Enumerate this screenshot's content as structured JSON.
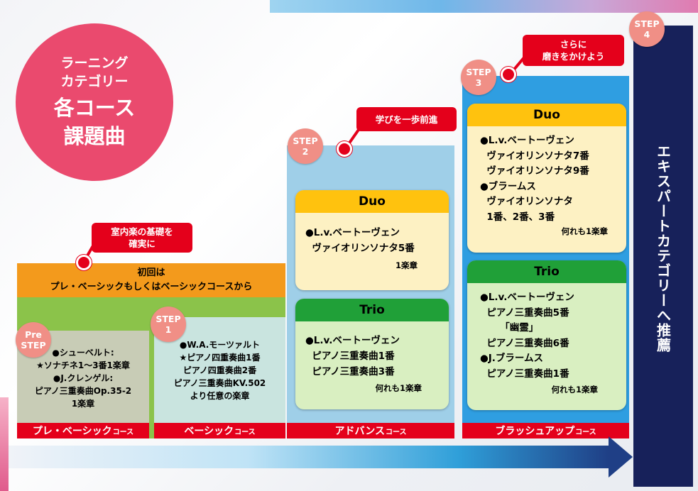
{
  "title_circle": {
    "line1": "ラーニング",
    "line2": "カテゴリー",
    "line3": "各コース",
    "line4": "課題曲"
  },
  "callouts": {
    "chamber": {
      "line1": "室内楽の基礎を",
      "line2": "確実に"
    },
    "advance": {
      "line1": "学びを一歩前進"
    },
    "brush": {
      "line1": "さらに",
      "line2": "磨きをかけよう"
    }
  },
  "steps": {
    "pre": {
      "line1": "Pre",
      "line2": "STEP"
    },
    "s1": {
      "line1": "STEP",
      "line2": "1"
    },
    "s2": {
      "line1": "STEP",
      "line2": "2"
    },
    "s3": {
      "line1": "STEP",
      "line2": "3"
    },
    "s4": {
      "line1": "STEP",
      "line2": "4"
    }
  },
  "first_time": {
    "line1": "初回は",
    "line2": "プレ・ベーシックもしくはベーシックコースから"
  },
  "pre_basic": {
    "text": "●シューベルト:\n★ソナチネ1～3番1楽章\n●J.クレンゲル:\nピアノ三重奏曲Op.35-2\n1楽章",
    "label": "プレ・ベーシック",
    "label_suffix": "コース"
  },
  "basic": {
    "text": "●W.A.モーツァルト\n★ピアノ四重奏曲1番\nピアノ四重奏曲2番\nピアノ三重奏曲KV.502\nより任意の楽章",
    "label": "ベーシック",
    "label_suffix": "コース"
  },
  "advance": {
    "duo_title": "Duo",
    "duo_text": "●L.v.ベートーヴェン\n  ヴァイオリンソナタ5番",
    "duo_note": "1楽章",
    "trio_title": "Trio",
    "trio_text": "●L.v.ベートーヴェン\n  ピアノ三重奏曲1番\n  ピアノ三重奏曲3番",
    "trio_note": "何れも1楽章",
    "label": "アドバンス",
    "label_suffix": "コース"
  },
  "brushup": {
    "duo_title": "Duo",
    "duo_text": "●L.v.ベートーヴェン\n  ヴァイオリンソナタ7番\n  ヴァイオリンソナタ9番\n●ブラームス\n  ヴァイオリンソナタ\n  1番、2番、3番",
    "duo_note": "何れも1楽章",
    "trio_title": "Trio",
    "trio_text": "●L.v.ベートーヴェン\n  ピアノ三重奏曲5番\n      「幽霊」\n  ピアノ三重奏曲6番\n●J.ブラームス\n  ピアノ三重奏曲1番",
    "trio_note": "何れも1楽章",
    "label": "ブラッシュアップ",
    "label_suffix": "コース"
  },
  "expert": {
    "text": "エキスパートカテゴリーへ推薦"
  },
  "colors": {
    "red": "#e4001b",
    "circle": "#ea4a6e",
    "step_badge": "#f08f86",
    "orange": "#f39a1c",
    "green": "#8bc34a",
    "advance_bg": "#9fcfe8",
    "brush_bg": "#2f9ee1",
    "expert_bg": "#17215a",
    "duo_head": "#ffc20e",
    "trio_head": "#20a038"
  }
}
